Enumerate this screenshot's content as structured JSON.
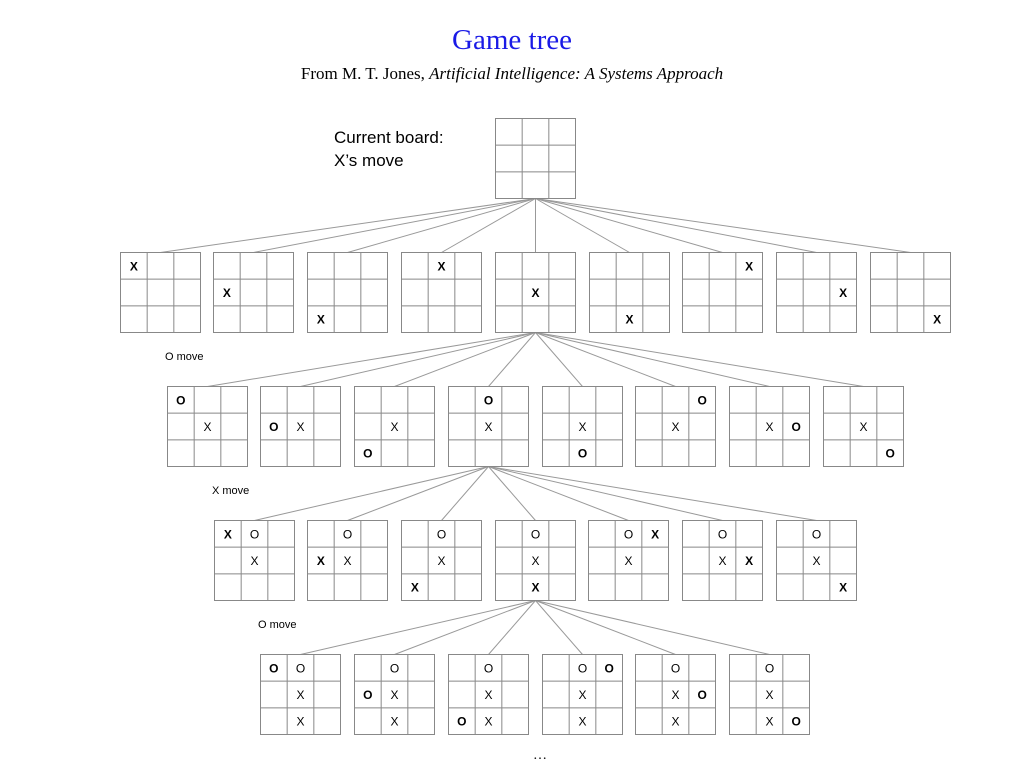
{
  "title": "Game tree",
  "subtitle": {
    "prefix": "From M. T. Jones, ",
    "book": "Artificial Intelligence:  A Systems Approach"
  },
  "current_board_label": [
    "Current board:",
    "X’s move"
  ],
  "level_labels": [
    "O move",
    "X move",
    "O move"
  ],
  "ellipsis": "…",
  "colors": {
    "title": "#1a1ae6",
    "grid": "#888888",
    "edge": "#999999"
  },
  "tree": {
    "root": {
      "cells": [
        [
          null,
          null,
          null
        ],
        [
          null,
          null,
          null
        ],
        [
          null,
          null,
          null
        ]
      ]
    },
    "levels": [
      {
        "parent_index": 0,
        "boards": [
          {
            "cells": [
              [
                {
                  "m": "X",
                  "new": true
                },
                null,
                null
              ],
              [
                null,
                null,
                null
              ],
              [
                null,
                null,
                null
              ]
            ]
          },
          {
            "cells": [
              [
                null,
                null,
                null
              ],
              [
                {
                  "m": "X",
                  "new": true
                },
                null,
                null
              ],
              [
                null,
                null,
                null
              ]
            ]
          },
          {
            "cells": [
              [
                null,
                null,
                null
              ],
              [
                null,
                null,
                null
              ],
              [
                {
                  "m": "X",
                  "new": true
                },
                null,
                null
              ]
            ]
          },
          {
            "cells": [
              [
                null,
                {
                  "m": "X",
                  "new": true
                },
                null
              ],
              [
                null,
                null,
                null
              ],
              [
                null,
                null,
                null
              ]
            ]
          },
          {
            "cells": [
              [
                null,
                null,
                null
              ],
              [
                null,
                {
                  "m": "X",
                  "new": true
                },
                null
              ],
              [
                null,
                null,
                null
              ]
            ]
          },
          {
            "cells": [
              [
                null,
                null,
                null
              ],
              [
                null,
                null,
                null
              ],
              [
                null,
                {
                  "m": "X",
                  "new": true
                },
                null
              ]
            ]
          },
          {
            "cells": [
              [
                null,
                null,
                {
                  "m": "X",
                  "new": true
                }
              ],
              [
                null,
                null,
                null
              ],
              [
                null,
                null,
                null
              ]
            ]
          },
          {
            "cells": [
              [
                null,
                null,
                null
              ],
              [
                null,
                null,
                {
                  "m": "X",
                  "new": true
                }
              ],
              [
                null,
                null,
                null
              ]
            ]
          },
          {
            "cells": [
              [
                null,
                null,
                null
              ],
              [
                null,
                null,
                null
              ],
              [
                null,
                null,
                {
                  "m": "X",
                  "new": true
                }
              ]
            ]
          }
        ]
      },
      {
        "parent_index": 4,
        "boards": [
          {
            "cells": [
              [
                {
                  "m": "O",
                  "new": true
                },
                null,
                null
              ],
              [
                null,
                {
                  "m": "X"
                },
                null
              ],
              [
                null,
                null,
                null
              ]
            ]
          },
          {
            "cells": [
              [
                null,
                null,
                null
              ],
              [
                {
                  "m": "O",
                  "new": true
                },
                {
                  "m": "X"
                },
                null
              ],
              [
                null,
                null,
                null
              ]
            ]
          },
          {
            "cells": [
              [
                null,
                null,
                null
              ],
              [
                null,
                {
                  "m": "X"
                },
                null
              ],
              [
                {
                  "m": "O",
                  "new": true
                },
                null,
                null
              ]
            ]
          },
          {
            "cells": [
              [
                null,
                {
                  "m": "O",
                  "new": true
                },
                null
              ],
              [
                null,
                {
                  "m": "X"
                },
                null
              ],
              [
                null,
                null,
                null
              ]
            ]
          },
          {
            "cells": [
              [
                null,
                null,
                null
              ],
              [
                null,
                {
                  "m": "X"
                },
                null
              ],
              [
                null,
                {
                  "m": "O",
                  "new": true
                },
                null
              ]
            ]
          },
          {
            "cells": [
              [
                null,
                null,
                {
                  "m": "O",
                  "new": true
                }
              ],
              [
                null,
                {
                  "m": "X"
                },
                null
              ],
              [
                null,
                null,
                null
              ]
            ]
          },
          {
            "cells": [
              [
                null,
                null,
                null
              ],
              [
                null,
                {
                  "m": "X"
                },
                {
                  "m": "O",
                  "new": true
                }
              ],
              [
                null,
                null,
                null
              ]
            ]
          },
          {
            "cells": [
              [
                null,
                null,
                null
              ],
              [
                null,
                {
                  "m": "X"
                },
                null
              ],
              [
                null,
                null,
                {
                  "m": "O",
                  "new": true
                }
              ]
            ]
          }
        ]
      },
      {
        "parent_index": 3,
        "boards": [
          {
            "cells": [
              [
                {
                  "m": "X",
                  "new": true
                },
                {
                  "m": "O"
                },
                null
              ],
              [
                null,
                {
                  "m": "X"
                },
                null
              ],
              [
                null,
                null,
                null
              ]
            ]
          },
          {
            "cells": [
              [
                null,
                {
                  "m": "O"
                },
                null
              ],
              [
                {
                  "m": "X",
                  "new": true
                },
                {
                  "m": "X"
                },
                null
              ],
              [
                null,
                null,
                null
              ]
            ]
          },
          {
            "cells": [
              [
                null,
                {
                  "m": "O"
                },
                null
              ],
              [
                null,
                {
                  "m": "X"
                },
                null
              ],
              [
                {
                  "m": "X",
                  "new": true
                },
                null,
                null
              ]
            ]
          },
          {
            "cells": [
              [
                null,
                {
                  "m": "O"
                },
                null
              ],
              [
                null,
                {
                  "m": "X"
                },
                null
              ],
              [
                null,
                {
                  "m": "X",
                  "new": true
                },
                null
              ]
            ]
          },
          {
            "cells": [
              [
                null,
                {
                  "m": "O"
                },
                {
                  "m": "X",
                  "new": true
                }
              ],
              [
                null,
                {
                  "m": "X"
                },
                null
              ],
              [
                null,
                null,
                null
              ]
            ]
          },
          {
            "cells": [
              [
                null,
                {
                  "m": "O"
                },
                null
              ],
              [
                null,
                {
                  "m": "X"
                },
                {
                  "m": "X",
                  "new": true
                }
              ],
              [
                null,
                null,
                null
              ]
            ]
          },
          {
            "cells": [
              [
                null,
                {
                  "m": "O"
                },
                null
              ],
              [
                null,
                {
                  "m": "X"
                },
                null
              ],
              [
                null,
                null,
                {
                  "m": "X",
                  "new": true
                }
              ]
            ]
          }
        ]
      },
      {
        "parent_index": 3,
        "boards": [
          {
            "cells": [
              [
                {
                  "m": "O",
                  "new": true
                },
                {
                  "m": "O"
                },
                null
              ],
              [
                null,
                {
                  "m": "X"
                },
                null
              ],
              [
                null,
                {
                  "m": "X"
                },
                null
              ]
            ]
          },
          {
            "cells": [
              [
                null,
                {
                  "m": "O"
                },
                null
              ],
              [
                {
                  "m": "O",
                  "new": true
                },
                {
                  "m": "X"
                },
                null
              ],
              [
                null,
                {
                  "m": "X"
                },
                null
              ]
            ]
          },
          {
            "cells": [
              [
                null,
                {
                  "m": "O"
                },
                null
              ],
              [
                null,
                {
                  "m": "X"
                },
                null
              ],
              [
                {
                  "m": "O",
                  "new": true
                },
                {
                  "m": "X"
                },
                null
              ]
            ]
          },
          {
            "cells": [
              [
                null,
                {
                  "m": "O"
                },
                {
                  "m": "O",
                  "new": true
                }
              ],
              [
                null,
                {
                  "m": "X"
                },
                null
              ],
              [
                null,
                {
                  "m": "X"
                },
                null
              ]
            ]
          },
          {
            "cells": [
              [
                null,
                {
                  "m": "O"
                },
                null
              ],
              [
                null,
                {
                  "m": "X"
                },
                {
                  "m": "O",
                  "new": true
                }
              ],
              [
                null,
                {
                  "m": "X"
                },
                null
              ]
            ]
          },
          {
            "cells": [
              [
                null,
                {
                  "m": "O"
                },
                null
              ],
              [
                null,
                {
                  "m": "X"
                },
                null
              ],
              [
                null,
                {
                  "m": "X"
                },
                {
                  "m": "O",
                  "new": true
                }
              ]
            ]
          }
        ]
      }
    ]
  }
}
